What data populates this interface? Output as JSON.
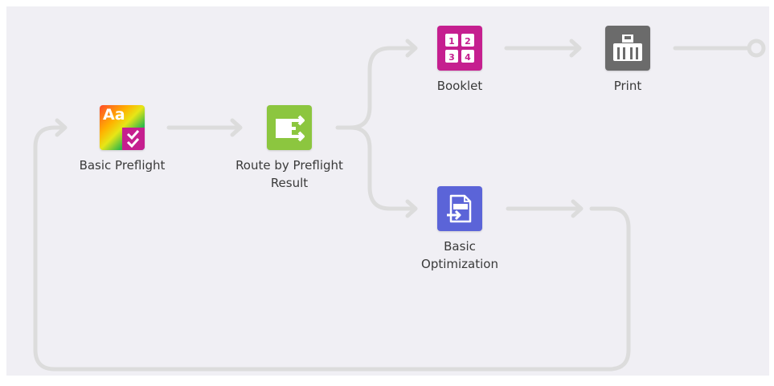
{
  "workflow": {
    "nodes": [
      {
        "id": "basic-preflight",
        "label": "Basic Preflight",
        "icon": "preflight-icon",
        "color": "#c51f8f"
      },
      {
        "id": "route-by-preflight-result",
        "label": "Route by Preflight\nResult",
        "icon": "route-icon",
        "color": "#8cc63f"
      },
      {
        "id": "booklet",
        "label": "Booklet",
        "icon": "booklet-icon",
        "color": "#c51f8f",
        "tile_numbers": [
          "1",
          "2",
          "3",
          "4"
        ]
      },
      {
        "id": "print",
        "label": "Print",
        "icon": "printer-icon",
        "color": "#6b6b6b"
      },
      {
        "id": "basic-optimization",
        "label": "Basic\nOptimization",
        "icon": "optimize-pdf-icon",
        "color": "#5b64d8"
      }
    ],
    "preflight_badge": "Aa",
    "wire_color": "#dcdcdc",
    "canvas_color": "#f0eff4"
  }
}
